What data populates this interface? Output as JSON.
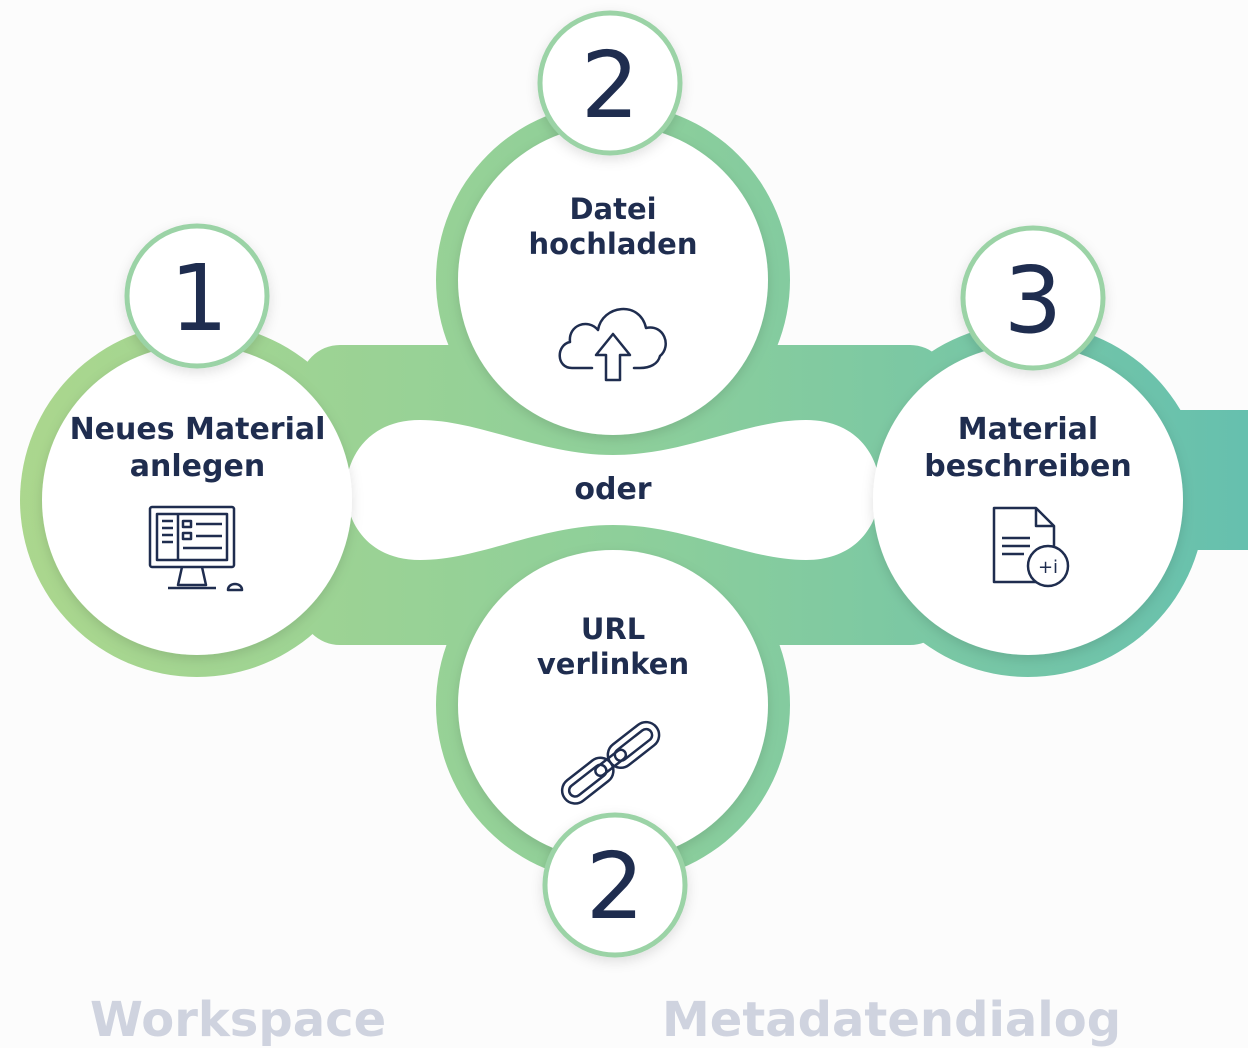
{
  "diagram": {
    "steps": [
      {
        "number": "1",
        "label_line1": "Neues Material",
        "label_line2": "anlegen",
        "icon": "computer-icon"
      },
      {
        "number": "2",
        "label_line1": "Datei",
        "label_line2": "hochladen",
        "icon": "cloud-upload-icon"
      },
      {
        "number": "2",
        "label_line1": "URL",
        "label_line2": "verlinken",
        "icon": "chain-link-icon"
      },
      {
        "number": "3",
        "label_line1": "Material",
        "label_line2": "beschreiben",
        "icon": "document-info-icon"
      }
    ],
    "connector_label": "oder",
    "document_badge": "+i"
  },
  "footer": {
    "left_label": "Workspace",
    "right_label": "Metadatendialog"
  },
  "colors": {
    "green_light": "#a9d68f",
    "green_mid": "#8fcf98",
    "teal": "#6cc2ae",
    "text_dark": "#1f2d4f",
    "footer_text": "#cfd3df"
  }
}
